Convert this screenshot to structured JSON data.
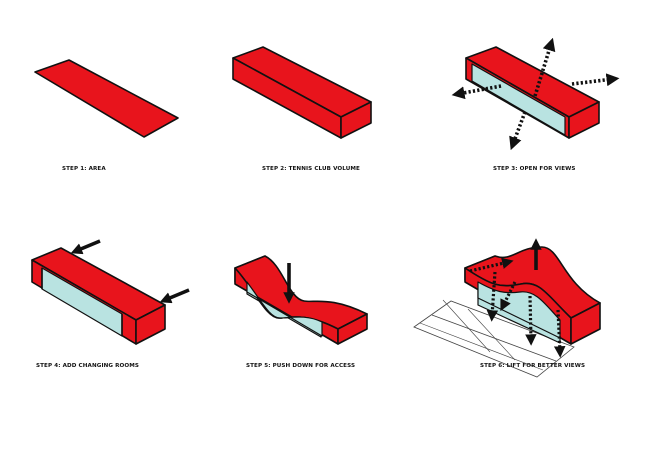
{
  "colors": {
    "volume_red": "#e8141c",
    "glass_cyan": "#b9e3e1",
    "outline": "#111111",
    "court_line": "#444444"
  },
  "icons": [
    "arrow-icon",
    "dotted-arrow-icon",
    "tennis-court-icon"
  ],
  "steps": [
    {
      "label": "STEP 1: AREA"
    },
    {
      "label": "STEP 2: TENNIS CLUB VOLUME"
    },
    {
      "label": "STEP 3: OPEN FOR VIEWS"
    },
    {
      "label": "STEP 4: ADD CHANGING ROOMS"
    },
    {
      "label": "STEP 5: PUSH DOWN FOR ACCESS"
    },
    {
      "label": "STEP 6: LIFT FOR BETTER VIEWS"
    }
  ]
}
